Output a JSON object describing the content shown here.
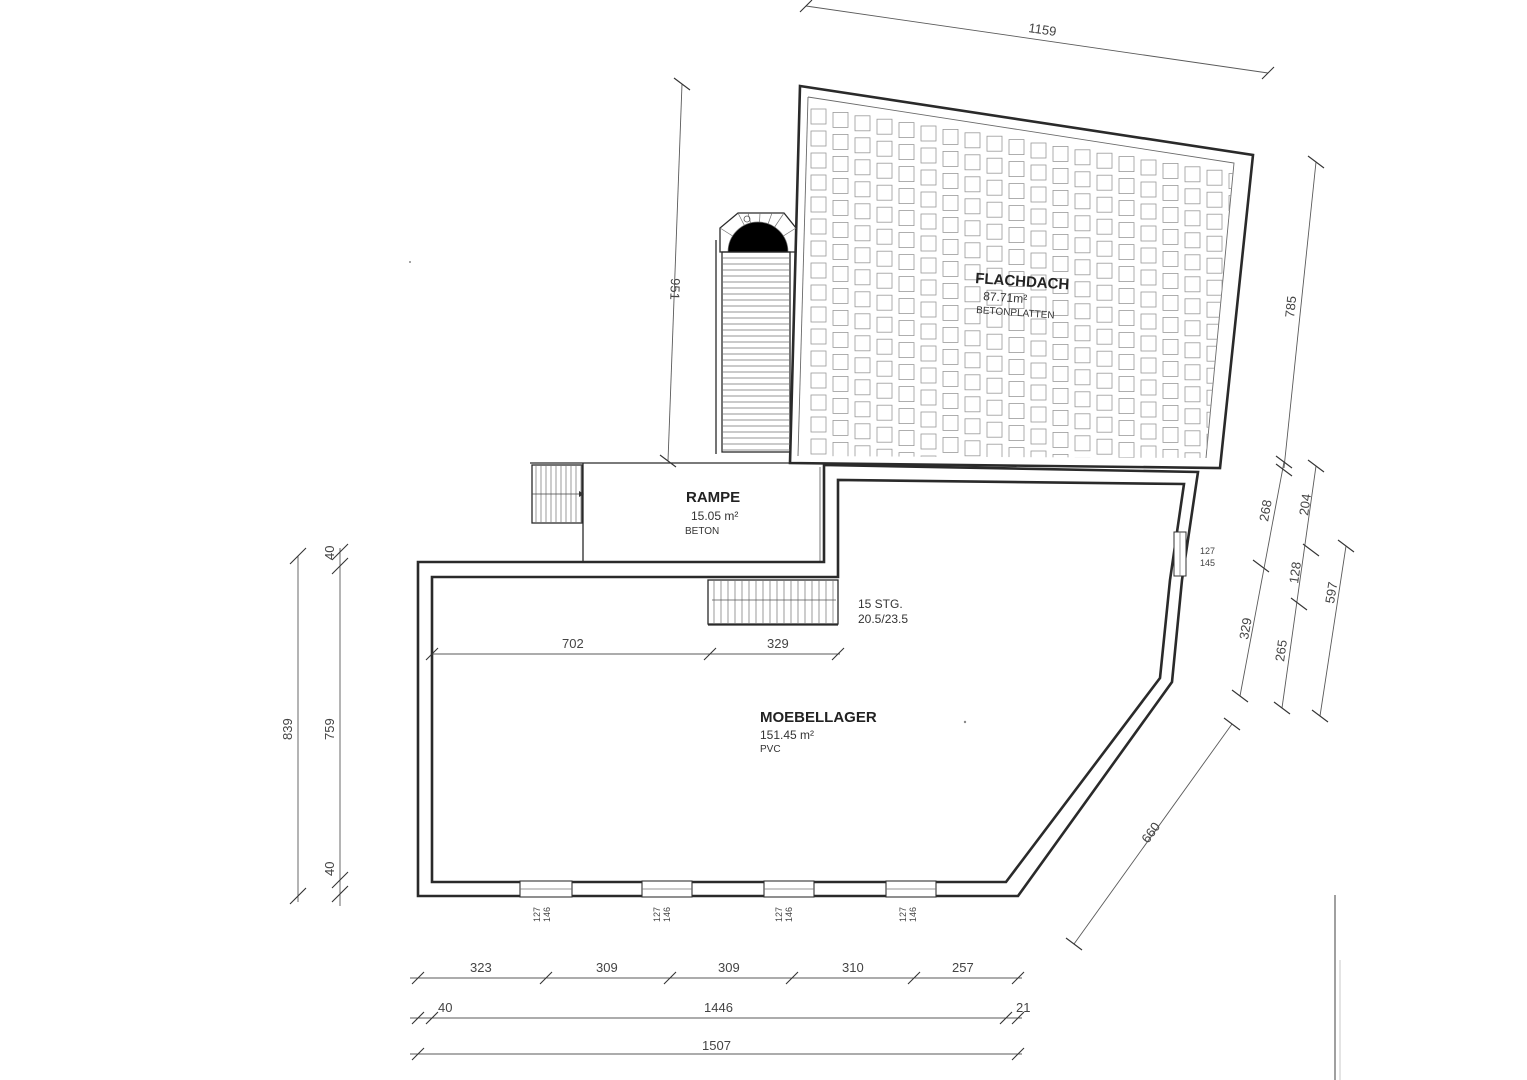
{
  "rooms": {
    "flachdach": {
      "name": "FLACHDACH",
      "area": "87.71m²",
      "material": "BETONPLATTEN"
    },
    "rampe": {
      "name": "RAMPE",
      "area": "15.05 m²",
      "material": "BETON"
    },
    "moebellager": {
      "name": "MOEBELLAGER",
      "area": "151.45 m²",
      "material": "PVC"
    }
  },
  "stairs": {
    "count": "15 STG.",
    "ratio": "20.5/23.5"
  },
  "dimensions": {
    "top": "1159",
    "left_upper": "951",
    "right_upper": "785",
    "right_268": "268",
    "right_204": "204",
    "right_128": "128",
    "right_597": "597",
    "right_329": "329",
    "right_265": "265",
    "diag_660": "660",
    "left_839": "839",
    "left_759": "759",
    "left_40_top": "40",
    "left_40_bottom": "40",
    "interior_702": "702",
    "interior_329": "329",
    "bottom_323": "323",
    "bottom_309a": "309",
    "bottom_309b": "309",
    "bottom_310": "310",
    "bottom_257": "257",
    "bottom_40": "40",
    "bottom_1446": "1446",
    "bottom_21": "21",
    "bottom_1507": "1507"
  },
  "windows": {
    "side": {
      "w": "127",
      "h": "145"
    },
    "w1": {
      "w": "127",
      "h": "146"
    },
    "w2": {
      "w": "127",
      "h": "146"
    },
    "w3": {
      "w": "127",
      "h": "146"
    },
    "w4": {
      "w": "127",
      "h": "146"
    }
  }
}
